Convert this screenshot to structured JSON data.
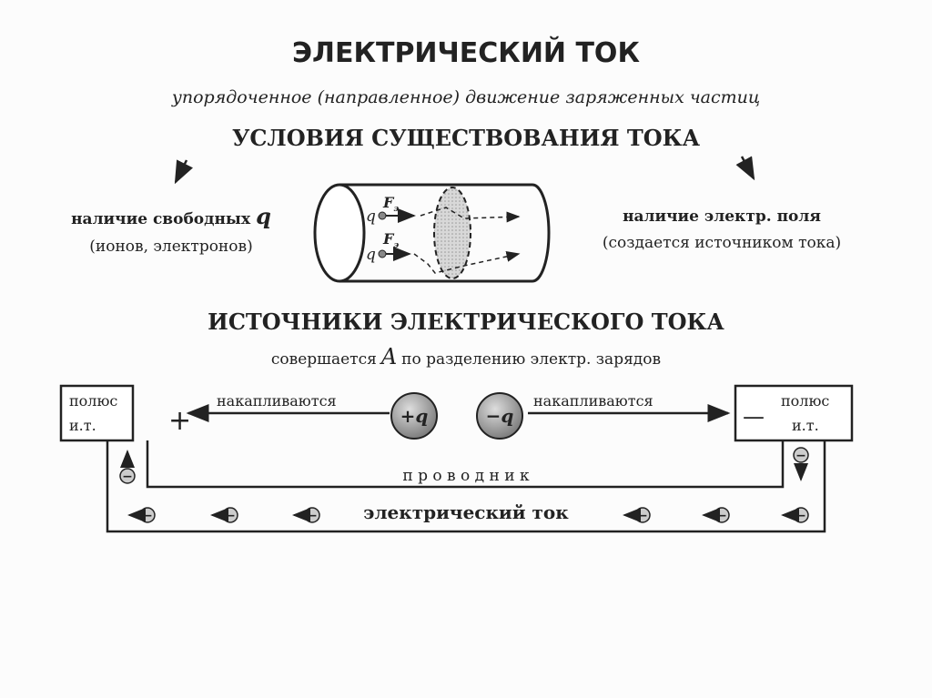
{
  "title": "ЭЛЕКТРИЧЕСКИЙ ТОК",
  "definition": "упорядоченное (направленное) движение заряженных частиц",
  "conditions": {
    "heading": "УСЛОВИЯ СУЩЕСТВОВАНИЯ ТОКА",
    "left_line1": "наличие свободных",
    "left_symbol": "q",
    "left_line2": "(ионов, электронов)",
    "right_line1": "наличие электр. поля",
    "right_line2": "(создается источником тока)",
    "cylinder": {
      "charge_label": "q",
      "force_label": "F",
      "force_sub": "э"
    }
  },
  "sources": {
    "heading": "ИСТОЧНИКИ ЭЛЕКТРИЧЕСКОГО ТОКА",
    "subtitle_pre": "совершается",
    "subtitle_symbol": "A",
    "subtitle_post": "по разделению электр. зарядов",
    "left_pole": {
      "line1": "полюс",
      "line2": "и.т.",
      "sign": "+"
    },
    "right_pole": {
      "line1": "полюс",
      "line2": "и.т.",
      "sign": "—"
    },
    "accumulate_left": "накапливаются",
    "accumulate_right": "накапливаются",
    "plus_charge": "+q",
    "minus_charge": "−q",
    "conductor_label": "п р о в о д н и к",
    "current_label": "электрический ток",
    "electron_sign": "−"
  }
}
